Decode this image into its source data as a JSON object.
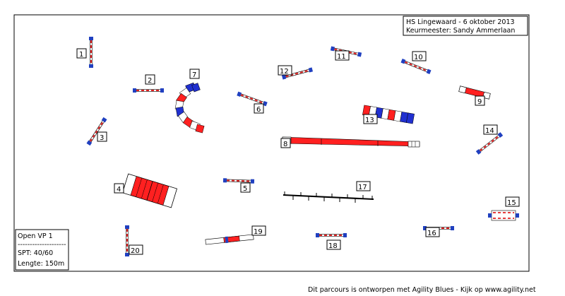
{
  "header": {
    "line1": "HS Lingewaard - 6 oktober 2013",
    "line2": "Keurmeester: Sandy Ammerlaan"
  },
  "info": {
    "class_name": "Open VP 1",
    "separator": "--------------------",
    "spt": "SPT:  40/60",
    "length": "Lengte:  150m"
  },
  "footer": "Dit parcours is ontworpen met Agility Blues - Kijk op www.agility.net",
  "colors": {
    "border": "#000000",
    "pole_red": "#e02020",
    "wing_blue": "#2040c0",
    "tunnel_red": "#ff2020",
    "tunnel_blue": "#2030d0"
  },
  "obstacles": {
    "1": "1",
    "2": "2",
    "3": "3",
    "4": "4",
    "5": "5",
    "6": "6",
    "7": "7",
    "8": "8",
    "9": "9",
    "10": "10",
    "11": "11",
    "12": "12",
    "13": "13",
    "14": "14",
    "15": "15",
    "16": "16",
    "17": "17",
    "18": "18",
    "19": "19",
    "20": "20"
  }
}
